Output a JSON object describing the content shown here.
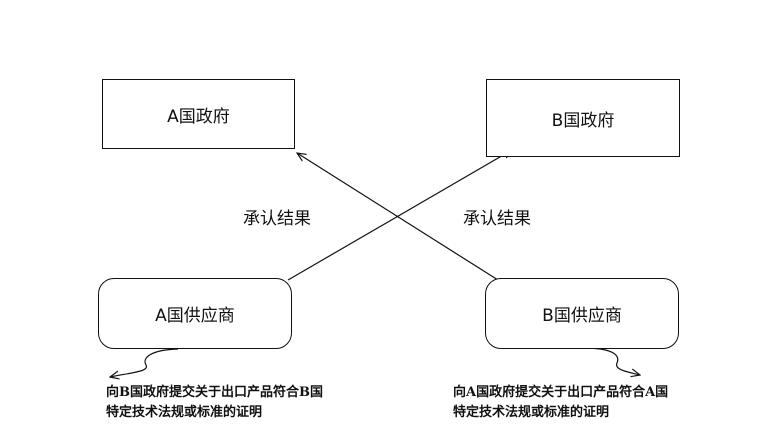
{
  "nodes": {
    "gov_a": "A国政府",
    "gov_b": "B国政府",
    "sup_a": "A国供应商",
    "sup_b": "B国供应商"
  },
  "edge_labels": {
    "left": "承认结果",
    "right": "承认结果"
  },
  "notes": {
    "left_line1": "向B国政府提交关于出口产品符合B国",
    "left_line2": "特定技术法规或标准的证明",
    "right_line1": "向A国政府提交关于出口产品符合A国",
    "right_line2": "特定技术法规或标准的证明"
  }
}
